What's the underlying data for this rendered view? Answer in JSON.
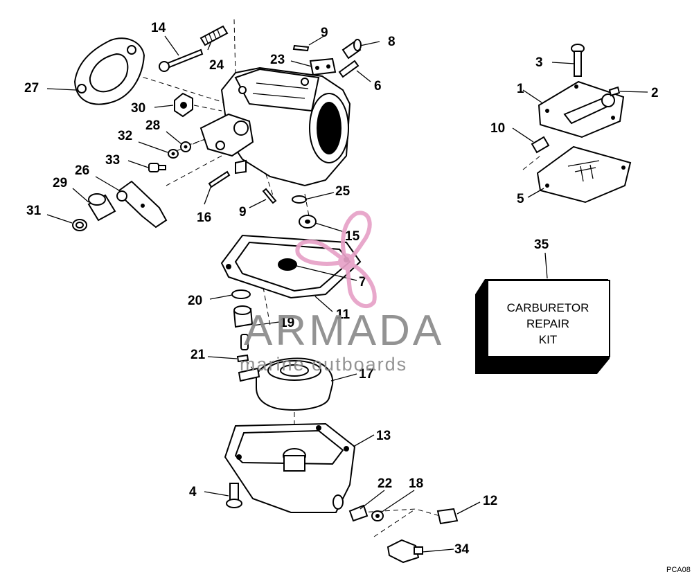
{
  "diagram": {
    "callouts": [
      "1",
      "2",
      "3",
      "4",
      "5",
      "6",
      "7",
      "8",
      "9",
      "9",
      "10",
      "11",
      "12",
      "13",
      "14",
      "15",
      "16",
      "17",
      "18",
      "19",
      "20",
      "21",
      "22",
      "23",
      "24",
      "25",
      "26",
      "27",
      "28",
      "29",
      "30",
      "31",
      "32",
      "33",
      "34",
      "35"
    ],
    "kit_label": [
      "CARBURETOR",
      "REPAIR",
      "KIT"
    ],
    "watermark": {
      "title": "ARMADA",
      "subtitle": "marine outboards",
      "logo": "propeller-logo"
    },
    "drawing_code": "PCA08"
  }
}
